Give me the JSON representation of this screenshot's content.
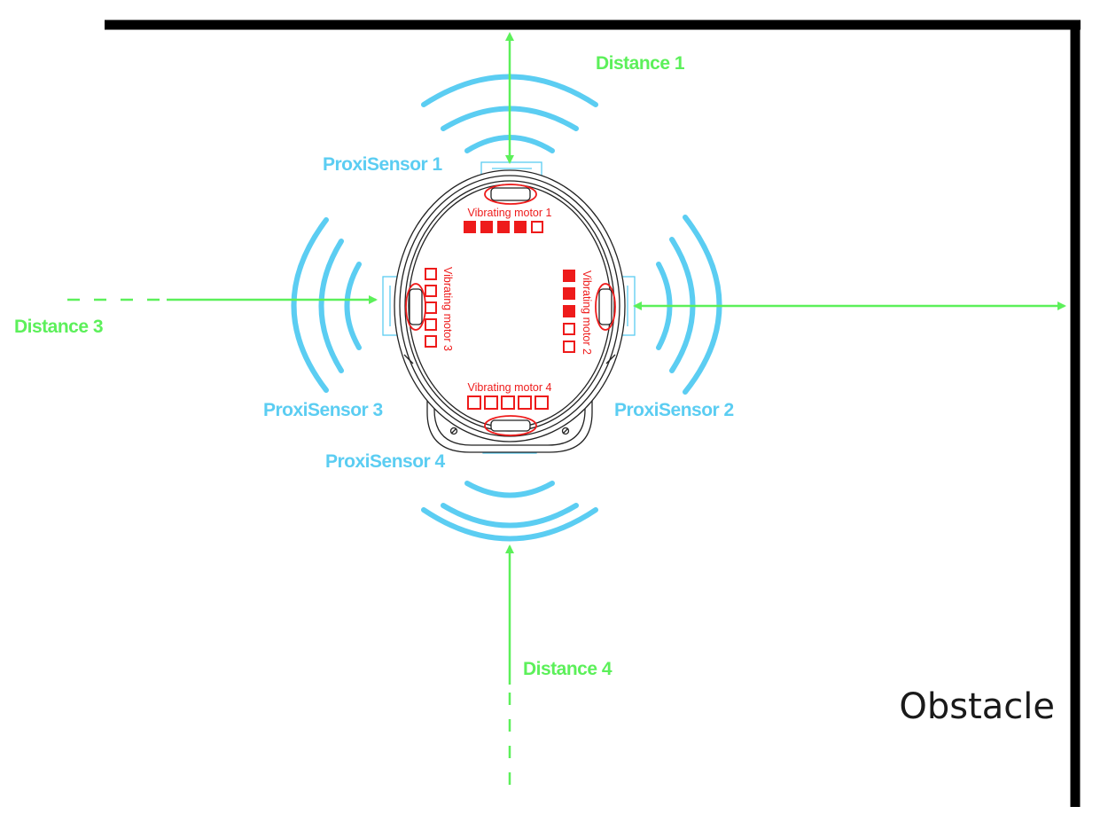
{
  "colors": {
    "sensor": "#5bcdf2",
    "distance": "#5cf05a",
    "motor": "#ee1b1b",
    "wall": "#000000",
    "outline": "#222222"
  },
  "obstacle": {
    "label": "Obstacle"
  },
  "sensors": [
    {
      "id": 1,
      "label": "ProxiSensor 1"
    },
    {
      "id": 2,
      "label": "ProxiSensor 2"
    },
    {
      "id": 3,
      "label": "ProxiSensor 3"
    },
    {
      "id": 4,
      "label": "ProxiSensor 4"
    }
  ],
  "distances": [
    {
      "id": 1,
      "label": "Distance 1"
    },
    {
      "id": 2,
      "label": ""
    },
    {
      "id": 3,
      "label": "Distance 3"
    },
    {
      "id": 4,
      "label": "Distance 4"
    }
  ],
  "motors": [
    {
      "id": 1,
      "label": "Vibrating motor 1",
      "levels": 5,
      "active": 4
    },
    {
      "id": 2,
      "label": "Vibrating motor 2",
      "levels": 5,
      "active": 3
    },
    {
      "id": 3,
      "label": "Vibrating motor 3",
      "levels": 5,
      "active": 0
    },
    {
      "id": 4,
      "label": "Vibrating motor 4",
      "levels": 5,
      "active": 0
    }
  ]
}
